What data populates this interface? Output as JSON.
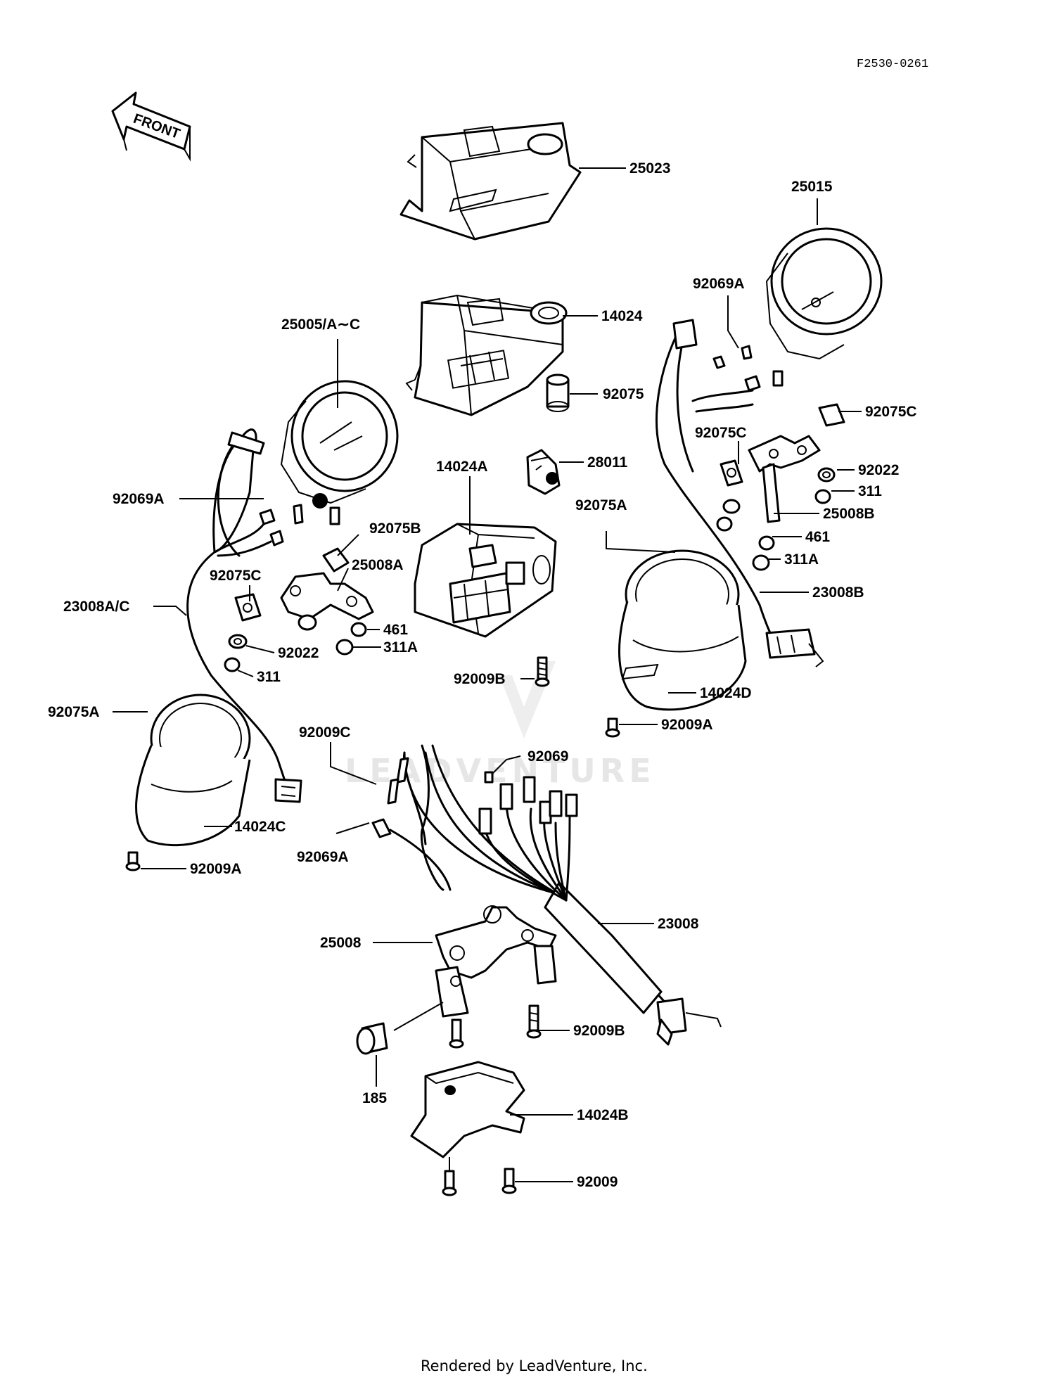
{
  "doc_code": "F2530-0261",
  "front_arrow_text": "FRONT",
  "watermark_text": "LEADVENTURE",
  "footer": "Rendered by LeadVenture, Inc.",
  "callouts": [
    {
      "id": "c-25023",
      "label": "25023"
    },
    {
      "id": "c-25015",
      "label": "25015"
    },
    {
      "id": "c-92069A-r",
      "label": "92069A"
    },
    {
      "id": "c-14024",
      "label": "14024"
    },
    {
      "id": "c-25005",
      "label": "25005/A∼C"
    },
    {
      "id": "c-92075",
      "label": "92075"
    },
    {
      "id": "c-92075C-r1",
      "label": "92075C"
    },
    {
      "id": "c-92075C-r2",
      "label": "92075C"
    },
    {
      "id": "c-14024A",
      "label": "14024A"
    },
    {
      "id": "c-28011",
      "label": "28011"
    },
    {
      "id": "c-92022-r",
      "label": "92022"
    },
    {
      "id": "c-311-r",
      "label": "311"
    },
    {
      "id": "c-92069A-l",
      "label": "92069A"
    },
    {
      "id": "c-92075A-r",
      "label": "92075A"
    },
    {
      "id": "c-25008B",
      "label": "25008B"
    },
    {
      "id": "c-92075B",
      "label": "92075B"
    },
    {
      "id": "c-461-r",
      "label": "461"
    },
    {
      "id": "c-25008A",
      "label": "25008A"
    },
    {
      "id": "c-311A-r",
      "label": "311A"
    },
    {
      "id": "c-92075C-l",
      "label": "92075C"
    },
    {
      "id": "c-23008AC",
      "label": "23008A/C"
    },
    {
      "id": "c-23008B",
      "label": "23008B"
    },
    {
      "id": "c-461-l",
      "label": "461"
    },
    {
      "id": "c-92022-l",
      "label": "92022"
    },
    {
      "id": "c-311A-l",
      "label": "311A"
    },
    {
      "id": "c-311-l",
      "label": "311"
    },
    {
      "id": "c-92009B-m",
      "label": "92009B"
    },
    {
      "id": "c-14024D",
      "label": "14024D"
    },
    {
      "id": "c-92075A-l",
      "label": "92075A"
    },
    {
      "id": "c-92009A-r",
      "label": "92009A"
    },
    {
      "id": "c-92009C",
      "label": "92009C"
    },
    {
      "id": "c-92069",
      "label": "92069"
    },
    {
      "id": "c-14024C",
      "label": "14024C"
    },
    {
      "id": "c-92069A-b",
      "label": "92069A"
    },
    {
      "id": "c-92009A-l",
      "label": "92009A"
    },
    {
      "id": "c-23008",
      "label": "23008"
    },
    {
      "id": "c-25008",
      "label": "25008"
    },
    {
      "id": "c-92009B-b",
      "label": "92009B"
    },
    {
      "id": "c-185",
      "label": "185"
    },
    {
      "id": "c-14024B",
      "label": "14024B"
    },
    {
      "id": "c-92009",
      "label": "92009"
    }
  ]
}
